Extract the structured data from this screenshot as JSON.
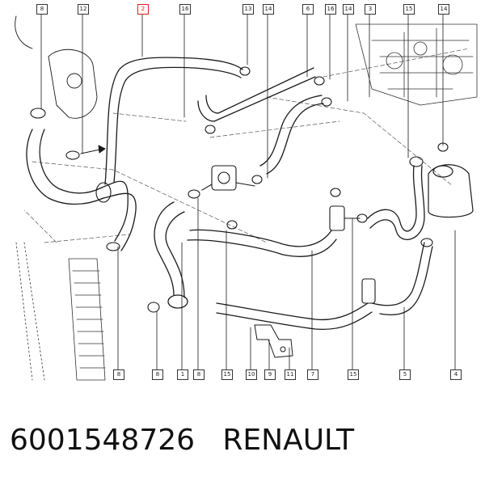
{
  "callouts_top": [
    {
      "id": "c-top-1",
      "label": "8"
    },
    {
      "id": "c-top-2",
      "label": "12"
    },
    {
      "id": "c-top-3",
      "label": "2",
      "highlight": true
    },
    {
      "id": "c-top-4",
      "label": "16"
    },
    {
      "id": "c-top-5",
      "label": "13"
    },
    {
      "id": "c-top-6",
      "label": "14"
    },
    {
      "id": "c-top-7",
      "label": "6"
    },
    {
      "id": "c-top-8",
      "label": "16"
    },
    {
      "id": "c-top-9",
      "label": "14"
    },
    {
      "id": "c-top-10",
      "label": "3"
    },
    {
      "id": "c-top-11",
      "label": "15"
    },
    {
      "id": "c-top-12",
      "label": "14"
    }
  ],
  "callouts_bottom": [
    {
      "id": "c-bot-1",
      "label": "8"
    },
    {
      "id": "c-bot-2",
      "label": "8"
    },
    {
      "id": "c-bot-3",
      "label": "1"
    },
    {
      "id": "c-bot-4",
      "label": "8"
    },
    {
      "id": "c-bot-5",
      "label": "15"
    },
    {
      "id": "c-bot-6",
      "label": "10"
    },
    {
      "id": "c-bot-7",
      "label": "9"
    },
    {
      "id": "c-bot-8",
      "label": "11"
    },
    {
      "id": "c-bot-9",
      "label": "7"
    },
    {
      "id": "c-bot-10",
      "label": "15"
    },
    {
      "id": "c-bot-11",
      "label": "5"
    },
    {
      "id": "c-bot-12",
      "label": "4"
    }
  ],
  "caption": "6001548726   RENAULT",
  "colors": {
    "line": "#1a1a1a",
    "highlight": "#dd2222"
  }
}
